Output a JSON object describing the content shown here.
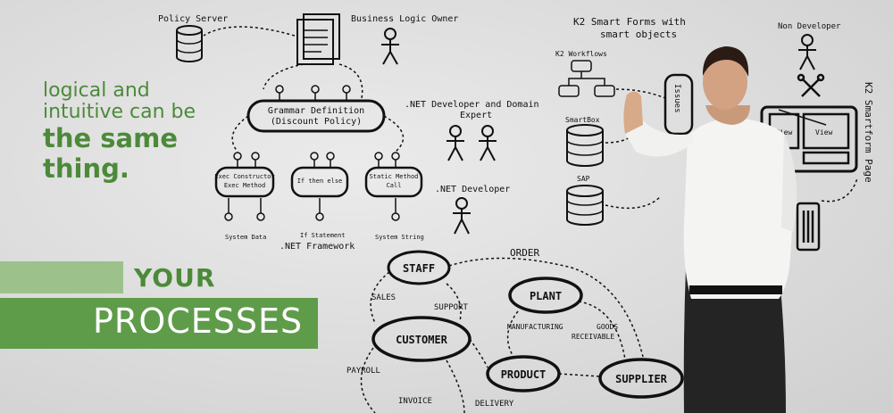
{
  "banner": {
    "tagline_line1": "logical and",
    "tagline_line2": "intuitive can be",
    "tagline_bold1": "the same",
    "tagline_bold2": "thing.",
    "your": "YOUR",
    "processes": "PROCESSES",
    "brand_green": "#5e9c4a",
    "light_green": "#9cc18a"
  },
  "sketch": {
    "policy_server": "Policy Server",
    "business_logic_owner": "Business Logic Owner",
    "grammar_definition": "Grammar Definition",
    "discount_policy": "(Discount Policy)",
    "net_dev_domain_1": ".NET Developer and Domain",
    "net_dev_domain_2": "Expert",
    "exec_1": "Exec Constructor",
    "exec_2": "Exec Method",
    "if_then_else": "If then else",
    "static_1": "Static Method",
    "static_2": "Call",
    "system_data": "System Data",
    "if_statement": "If Statement",
    "system_string": "System String",
    "net_framework": ".NET Framework",
    "net_developer": ".NET Developer",
    "k2_forms_1": "K2 Smart Forms with",
    "k2_forms_2": "smart objects",
    "k2_workflows": "K2 Workflows",
    "smartbox": "SmartBox",
    "sap": "SAP",
    "issues": "Issues",
    "non_developer": "Non Developer",
    "view1": "View",
    "view2": "View",
    "k2_smartform_page": "K2 Smartform Page"
  },
  "process": {
    "order": "ORDER",
    "staff": "STAFF",
    "sales": "SALES",
    "support": "SUPPORT",
    "customer": "CUSTOMER",
    "plant": "PLANT",
    "manufacturing": "MANUFACTURING",
    "goods": "GOODS",
    "receivable": "RECEIVABLE",
    "product": "PRODUCT",
    "supplier": "SUPPLIER",
    "payroll": "PAYROLL",
    "invoice": "INVOICE",
    "delivery": "DELIVERY"
  }
}
